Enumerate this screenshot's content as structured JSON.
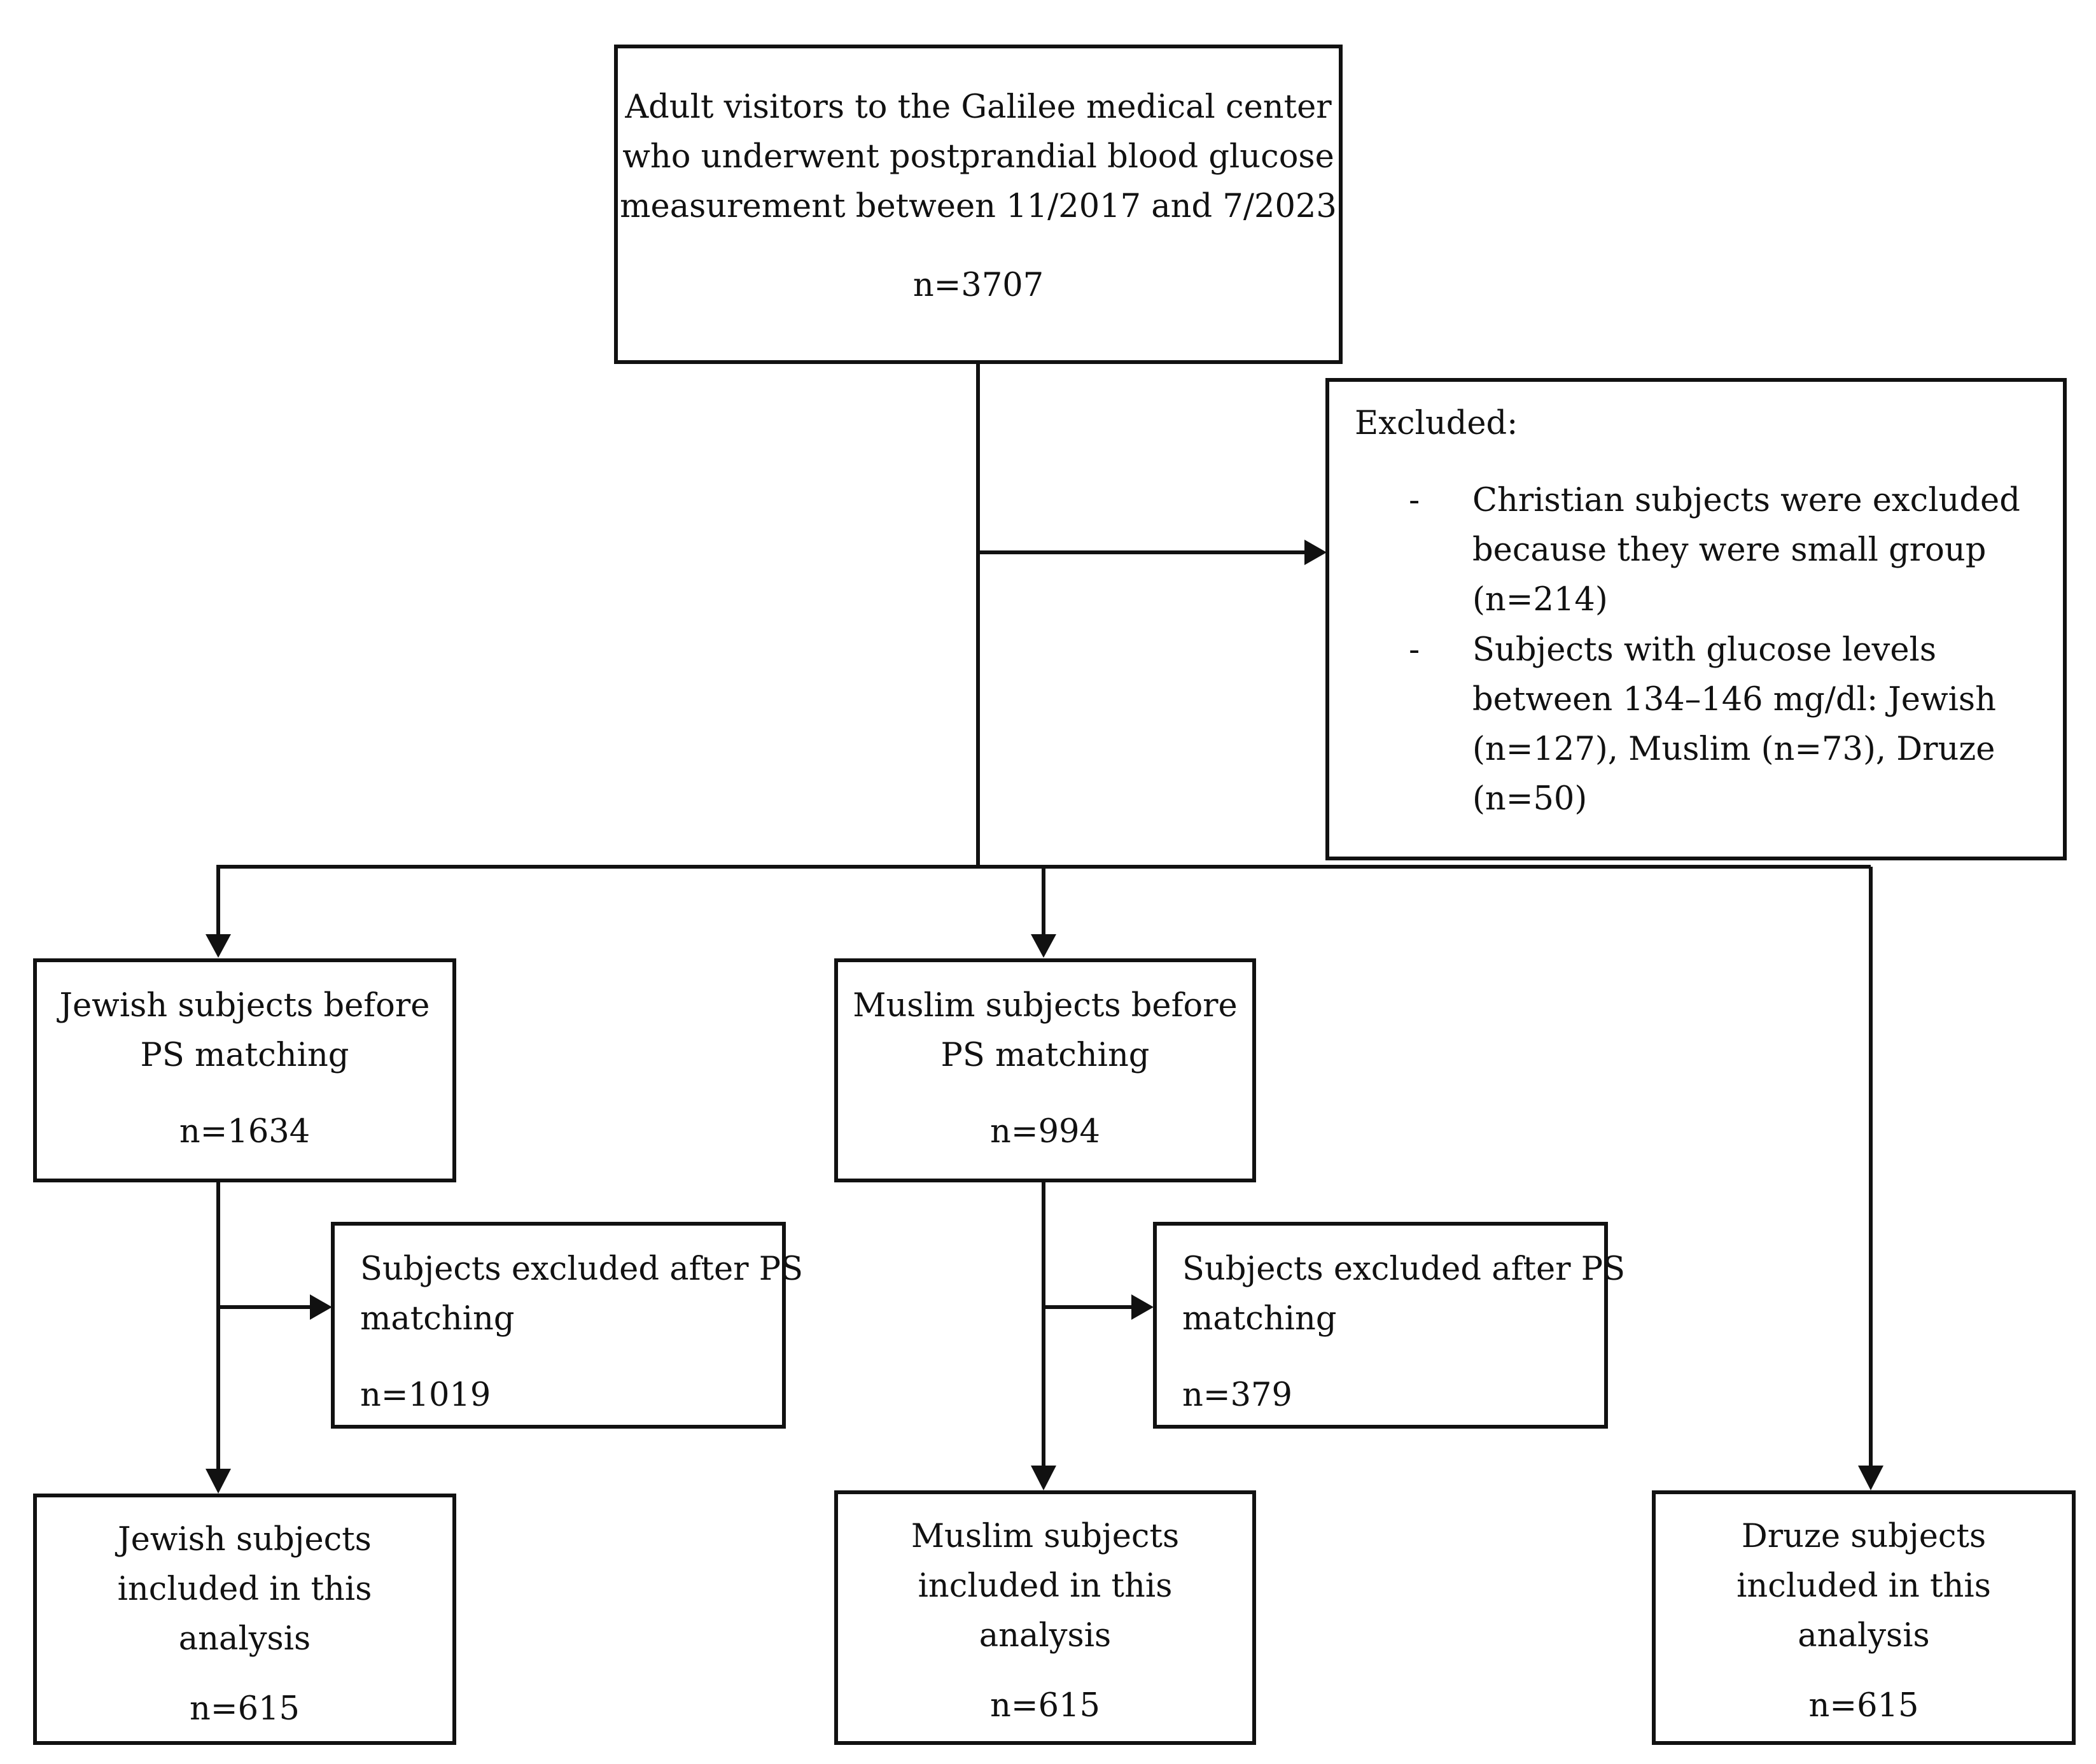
{
  "top_box": {
    "lines": [
      "Adult visitors to the Galilee medical center",
      "who underwent postprandial blood glucose",
      "measurement between 11/2017 and 7/2023"
    ],
    "n": "n=3707"
  },
  "excluded_box": {
    "heading": "Excluded:",
    "bullets": [
      {
        "marker": "-",
        "lines": [
          "Christian subjects were excluded",
          "because they were small group",
          "(n=214)"
        ]
      },
      {
        "marker": "-",
        "lines": [
          "Subjects with glucose levels",
          "between 134–146 mg/dl: Jewish",
          "(n=127), Muslim (n=73), Druze",
          "(n=50)"
        ]
      }
    ]
  },
  "jewish_before": {
    "lines": [
      "Jewish subjects before",
      "PS matching"
    ],
    "n": "n=1634"
  },
  "muslim_before": {
    "lines": [
      "Muslim subjects before",
      "PS matching"
    ],
    "n": "n=994"
  },
  "jewish_excluded": {
    "lines": [
      "Subjects excluded after PS",
      "matching"
    ],
    "n": "n=1019"
  },
  "muslim_excluded": {
    "lines": [
      "Subjects excluded after PS",
      "matching"
    ],
    "n": "n=379"
  },
  "jewish_included": {
    "lines": [
      "Jewish subjects",
      "included in this",
      "analysis"
    ],
    "n": "n=615"
  },
  "muslim_included": {
    "lines": [
      "Muslim subjects",
      "included in this",
      "analysis"
    ],
    "n": "n=615"
  },
  "druze_included": {
    "lines": [
      "Druze subjects",
      "included in this",
      "analysis"
    ],
    "n": "n=615"
  }
}
